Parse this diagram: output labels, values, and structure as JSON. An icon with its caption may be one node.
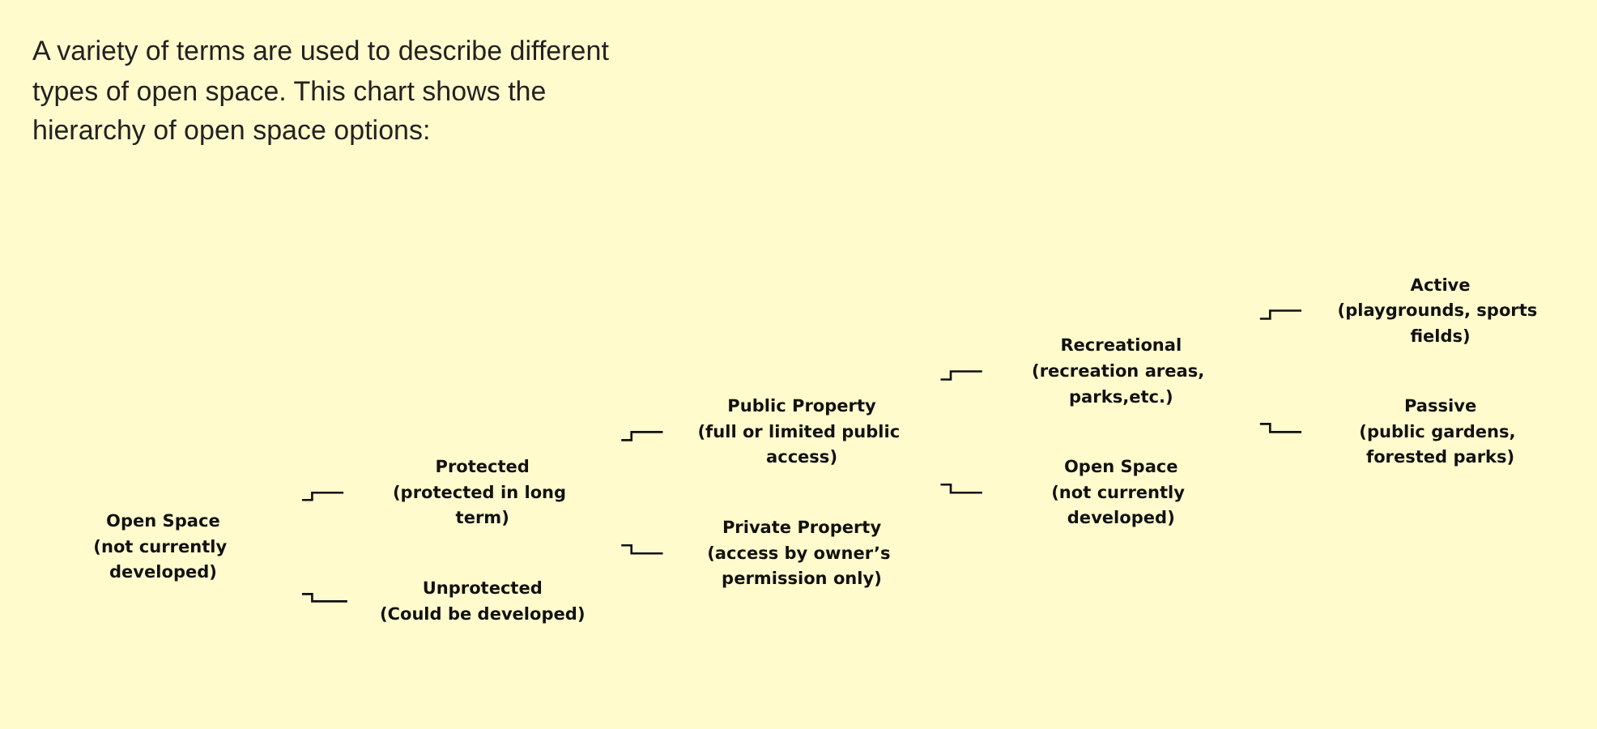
{
  "diagram": {
    "nodes": [
      {
        "text": [
          "Open Space",
          "(not currently developed)"
        ]
      },
      {
        "text": [
          "Protected",
          "(protected in long term)"
        ]
      },
      {
        "text": [
          "Unprotected",
          "(Could be developed)"
        ]
      },
      {
        "text": [
          "Public Property",
          "(full or limited public access)"
        ]
      },
      {
        "text": [
          "Private Property",
          "(access by owner’s permission only)"
        ]
      },
      {
        "text": [
          "Recreational",
          "(recreation areas, parks,etc.)"
        ]
      },
      {
        "text": [
          "Open Space",
          "(not currently developed)"
        ]
      },
      {
        "text": [
          "Active",
          "(playgrounds, sports fields)"
        ]
      },
      {
        "text": [
          "Passive",
          "(public gardens, forested parks)"
        ]
      }
    ],
    "edges": [
      {
        "from": 0,
        "to": 1,
        "arrow": "none"
      },
      {
        "from": 0,
        "to": 2,
        "arrow": "none"
      },
      {
        "from": 1,
        "to": 3,
        "arrow": "none"
      },
      {
        "from": 1,
        "to": 4,
        "arrow": "none"
      },
      {
        "from": 3,
        "to": 5,
        "arrow": "none"
      },
      {
        "from": 3,
        "to": 6,
        "arrow": "none"
      },
      {
        "from": 5,
        "to": 7,
        "arrow": "none"
      },
      {
        "from": 5,
        "to": 8,
        "arrow": "none"
      }
    ],
    "labels": [
      "A variety of terms are used to describe different types of open space. This chart shows the hierarchy of open space options:"
    ]
  }
}
